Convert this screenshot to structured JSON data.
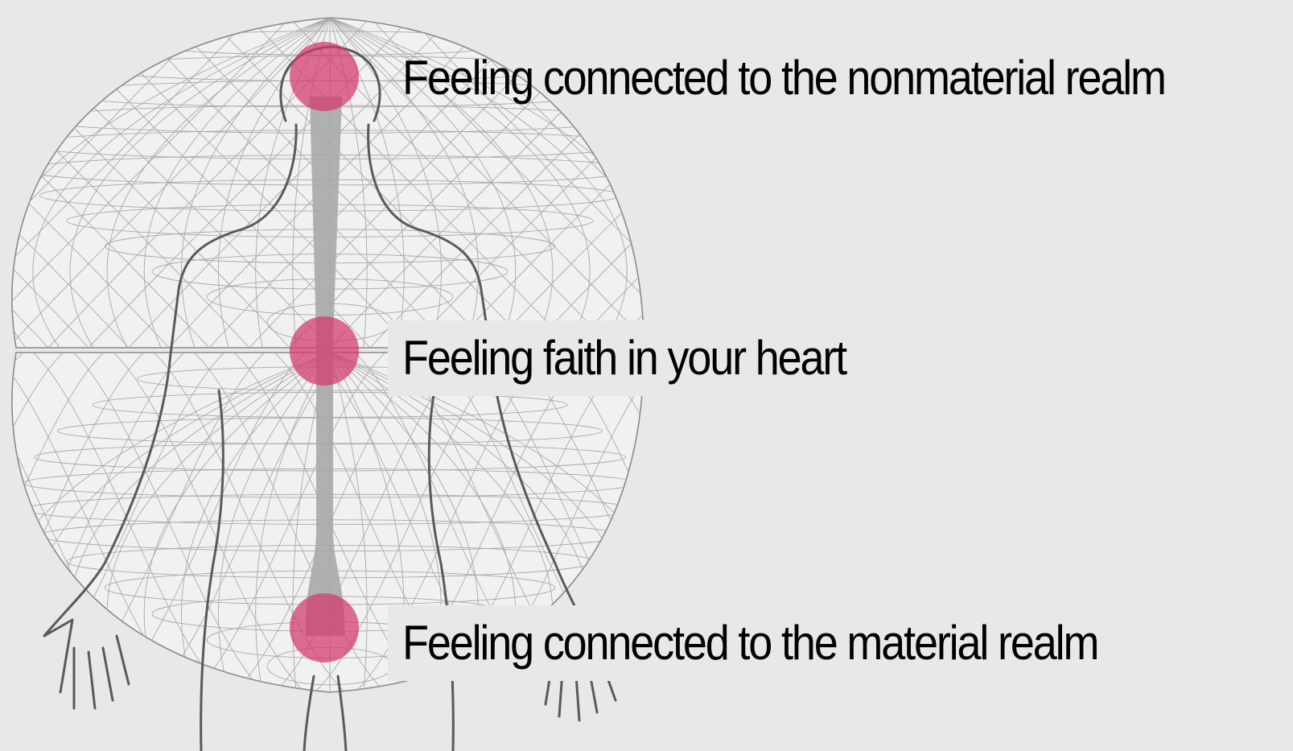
{
  "colors": {
    "background": "#e8e8e8",
    "chakra_dot": "#d4376e",
    "mesh_line": "#9a9a9a",
    "body_outline": "#555555",
    "energy_column": "#a8a8a8",
    "text": "#000000"
  },
  "points": [
    {
      "id": "crown",
      "label": "Feeling connected to the nonmaterial realm"
    },
    {
      "id": "heart",
      "label": "Feeling faith in your heart"
    },
    {
      "id": "root",
      "label": "Feeling connected to the material realm"
    }
  ]
}
